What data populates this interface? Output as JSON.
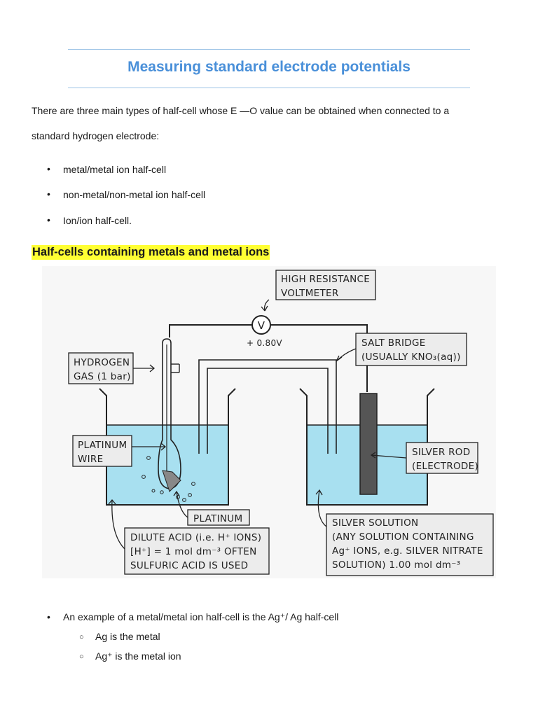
{
  "title": "Measuring standard electrode potentials",
  "intro": {
    "line1": "There are three main types of half-cell whose E —O value can be obtained when connected to a",
    "line2": "standard hydrogen electrode:"
  },
  "types": [
    "metal/metal ion half-cell",
    "non-metal/non-metal ion half-cell",
    "Ion/ion half-cell."
  ],
  "section_heading": "Half-cells containing metals and metal ions",
  "diagram": {
    "voltmeter_box": [
      "HIGH  RESISTANCE",
      "VOLTMETER"
    ],
    "voltmeter_symbol": "V",
    "reading": "+ 0.80V",
    "hydrogen_box": [
      "HYDROGEN",
      "GAS  (1 bar)"
    ],
    "salt_bridge_box": [
      "SALT  BRIDGE",
      "(USUALLY  KNO₃(aq))"
    ],
    "platinum_wire_box": [
      "PLATINUM",
      "WIRE"
    ],
    "silver_rod_box": [
      "SILVER  ROD",
      "(ELECTRODE)"
    ],
    "platinum_box": "PLATINUM",
    "acid_box": [
      "DILUTE  ACID  (i.e.  H⁺  IONS)",
      "[H⁺] = 1 mol dm⁻³  OFTEN",
      "SULFURIC  ACID  IS  USED"
    ],
    "silver_solution_box": [
      "SILVER  SOLUTION",
      "(ANY  SOLUTION  CONTAINING",
      "Ag⁺  IONS,  e.g.  SILVER  NITRATE",
      "SOLUTION)  1.00 mol dm⁻³"
    ],
    "colors": {
      "solution": "#a8e0f0",
      "rod": "#555555",
      "platinum": "#888888"
    }
  },
  "example": {
    "main": "An example of a metal/metal ion half-cell is the Ag⁺/ Ag half-cell",
    "subs": [
      "Ag is the metal",
      "Ag⁺ is the metal ion"
    ]
  }
}
